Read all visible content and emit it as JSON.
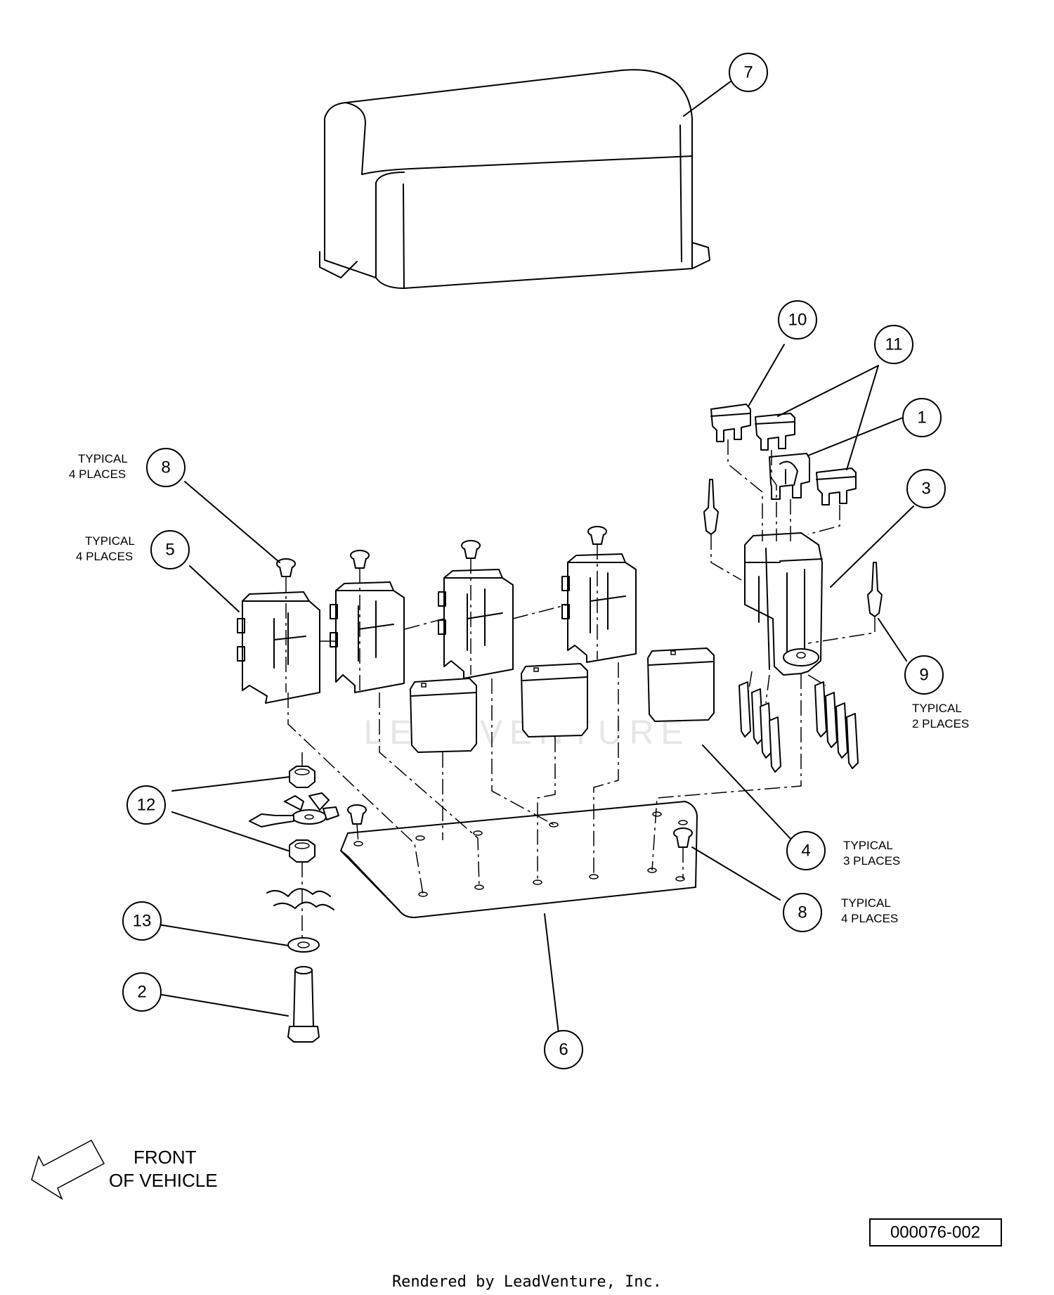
{
  "callouts": [
    {
      "id": "7",
      "label": "7"
    },
    {
      "id": "10",
      "label": "10"
    },
    {
      "id": "11",
      "label": "11"
    },
    {
      "id": "1",
      "label": "1"
    },
    {
      "id": "3",
      "label": "3"
    },
    {
      "id": "8a",
      "label": "8"
    },
    {
      "id": "5",
      "label": "5"
    },
    {
      "id": "9",
      "label": "9"
    },
    {
      "id": "12",
      "label": "12"
    },
    {
      "id": "4",
      "label": "4"
    },
    {
      "id": "8b",
      "label": "8"
    },
    {
      "id": "13",
      "label": "13"
    },
    {
      "id": "2",
      "label": "2"
    },
    {
      "id": "6",
      "label": "6"
    }
  ],
  "notes": {
    "typical_4_places": [
      "TYPICAL",
      "4 PLACES"
    ],
    "typical_2_places": [
      "TYPICAL",
      "2 PLACES"
    ],
    "typical_3_places": [
      "TYPICAL",
      "3  PLACES"
    ]
  },
  "front_of_vehicle": [
    "FRONT",
    "OF VEHICLE"
  ],
  "document_number": "000076-002",
  "rendered_by": "Rendered by LeadVenture, Inc.",
  "watermark": "LEADVENTURE"
}
